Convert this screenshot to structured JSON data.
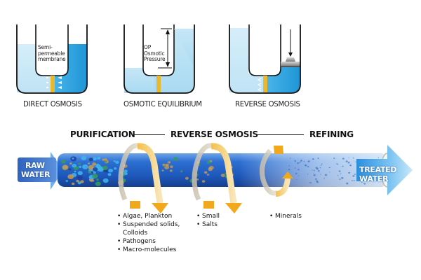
{
  "beakers": [
    {
      "id": "direct",
      "caption": "DIRECT OSMOSIS",
      "inner_label": [
        "Semi-",
        "permeable",
        "membrane"
      ]
    },
    {
      "id": "equilibrium",
      "caption": "OSMOTIC EQUILIBRIUM",
      "inner_label": [
        "OP",
        "Osmotic",
        "Pressure"
      ]
    },
    {
      "id": "reverse",
      "caption": "REVERSE OSMOSIS",
      "inner_label": []
    }
  ],
  "process": {
    "stages": [
      "PURIFICATION",
      "REVERSE OSMOSIS",
      "REFINING"
    ],
    "input_label": [
      "RAW",
      "WATER"
    ],
    "output_label": [
      "TREATED",
      "WATER"
    ],
    "removed": [
      {
        "stage": "PURIFICATION",
        "items": [
          "Algae, Plankton",
          "Suspended solids,",
          "Colloids",
          "Pathogens",
          "Macro-molecules"
        ],
        "continuation_index": 2
      },
      {
        "stage": "REVERSE OSMOSIS",
        "items": [
          "Small",
          "Salts"
        ]
      },
      {
        "stage": "REFINING",
        "items": [
          "Minerals"
        ]
      }
    ]
  },
  "colors": {
    "water_light": "#cdeaf8",
    "water_dark": "#2ea4e0",
    "membrane": "#e8b830",
    "tube_blue": "#1f5fc4",
    "arrow_orange": "#f2a81d",
    "text": "#111111"
  }
}
